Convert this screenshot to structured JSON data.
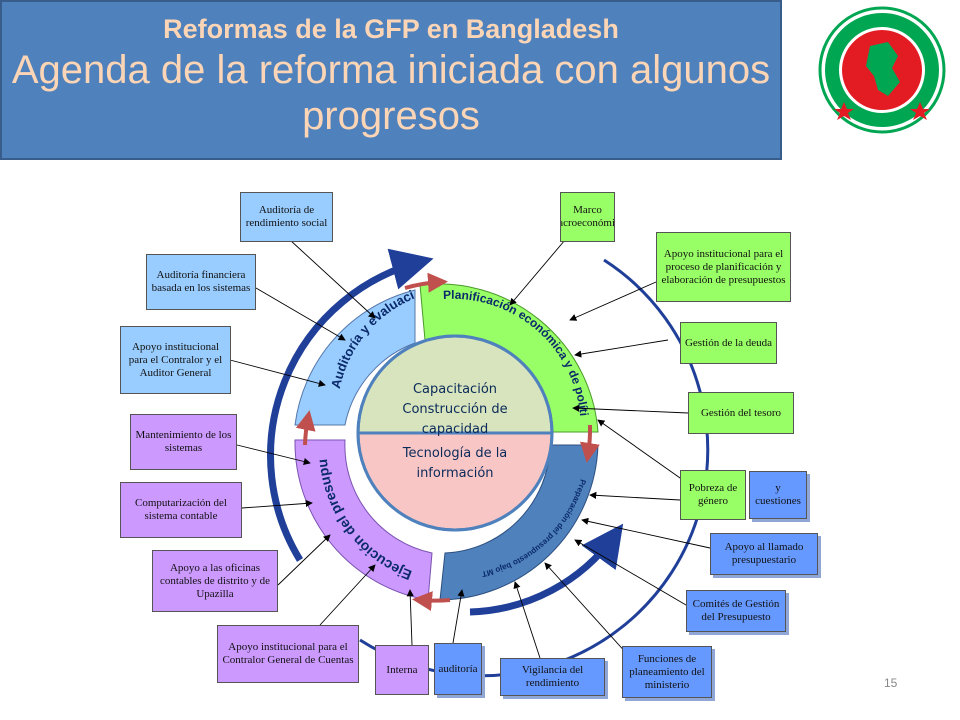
{
  "header": {
    "subtitle": "Reformas de la GFP en Bangladesh",
    "title": "Agenda de la reforma iniciada con algunos progresos"
  },
  "seal": {
    "icon": "bangladesh-government-seal",
    "color_ring": "#00a651",
    "color_disc": "#e31b23"
  },
  "center": {
    "top_text": "Capacitación Construcción de capacidad",
    "bottom_text": "Tecnología de la información"
  },
  "sectors": {
    "audit": "Auditoría y evaluación",
    "planning": "Planificación económica y de políticas",
    "budget": "Preparación del presupuesto bajo MTBF",
    "execution": "Ejecución del presupuesto"
  },
  "boxes": {
    "auditoria_rendimiento_social": "Auditoría de rendimiento social",
    "auditoria_financiera": "Auditoría financiera basada en los sistemas",
    "apoyo_contralor_auditor": "Apoyo institucional para el Contralor y el Auditor General",
    "mantenimiento_sistemas": "Mantenimiento de los sistemas",
    "computarizacion": "Computarización del sistema contable",
    "apoyo_oficinas": "Apoyo a las oficinas contables de distrito y de Upazilla",
    "apoyo_contralor_cuentas": "Apoyo institucional para el Contralor General de Cuentas",
    "interna": "Interna",
    "auditoria": "auditoría",
    "vigilancia": "Vigilancia del rendimiento",
    "funciones": "Funciones de planeamiento del ministerio",
    "comites": "Comités de Gestión del Presupuesto",
    "apoyo_llamado": "Apoyo al llamado presupuestario",
    "pobreza": "Pobreza de género",
    "cuestiones": "y cuestiones",
    "tesoro": "Gestión del tesoro",
    "deuda": "Gestión de la deuda",
    "apoyo_planificacion": "Apoyo institucional para el proceso de planificación y elaboración de presupuestos",
    "marco": "Marco macroeconómico"
  },
  "page_number": "15",
  "colors": {
    "header_bg": "#4f81bd",
    "header_text": "#fbd5b5",
    "ring_blue": "#1f3f99",
    "audit_sector": "#99ccff",
    "planning_sector": "#99ff66",
    "budget_sector": "#4f81bd",
    "execution_sector": "#cc99ff",
    "center_top": "#d7e4bd",
    "center_bottom": "#f9c6c6",
    "cycle_arrow": "#c0504d"
  }
}
